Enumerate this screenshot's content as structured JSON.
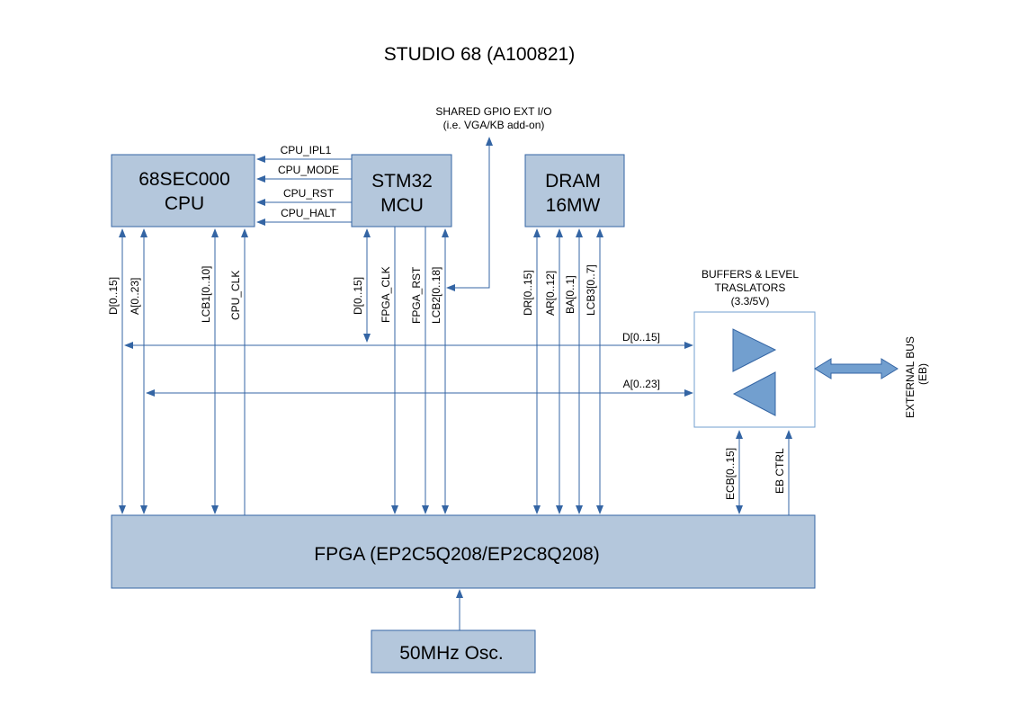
{
  "title": "STUDIO 68 (A100821)",
  "blocks": {
    "cpu": [
      "68SEC000",
      "CPU"
    ],
    "mcu": [
      "STM32",
      "MCU"
    ],
    "dram": [
      "DRAM",
      "16MW"
    ],
    "fpga": "FPGA (EP2C5Q208/EP2C8Q208)",
    "osc": "50MHz Osc.",
    "buffers": [
      "BUFFERS & LEVEL",
      "TRASLATORS",
      "(3.3/5V)"
    ]
  },
  "shared_gpio": [
    "SHARED GPIO  EXT I/O",
    "(i.e. VGA/KB add-on)"
  ],
  "mcu_to_cpu_signals": [
    "CPU_IPL1",
    "CPU_MODE",
    "CPU_RST",
    "CPU_HALT"
  ],
  "vertical_signals": {
    "cpu_d": "D[0..15]",
    "cpu_a": "A[0..23]",
    "lcb1": "LCB1[0..10]",
    "cpu_clk": "CPU_CLK",
    "mcu_d": "D[0..15]",
    "fpga_clk": "FPGA_CLK",
    "fpga_rst": "FPGA_RST",
    "lcb2": "LCB2[0..18]",
    "dr": "DR[0..15]",
    "ar": "AR[0..12]",
    "ba": "BA[0..1]",
    "lcb3": "LCB3[0..7]",
    "ecb": "ECB[0..15]",
    "eb_ctrl": "EB CTRL"
  },
  "bus_labels": {
    "data": "D[0..15]",
    "address": "A[0..23]"
  },
  "external_bus": [
    "EXTERNAL BUS",
    "(EB)"
  ],
  "colors": {
    "block_fill": "#b4c7dc",
    "line": "#3465a4",
    "triangle": "#729fcf",
    "buffer_border": "#729fcf"
  }
}
